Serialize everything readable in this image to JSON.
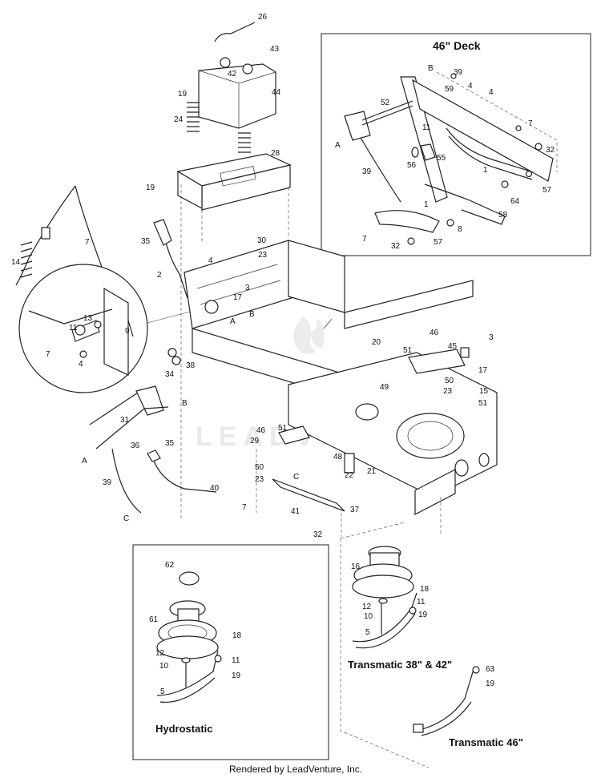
{
  "panels": {
    "deck46": {
      "title": "46\" Deck"
    },
    "hydrostatic": {
      "title": "Hydrostatic"
    },
    "transmatic_38_42": {
      "title": "Transmatic 38\" & 42\""
    },
    "transmatic_46": {
      "title": "Transmatic 46\""
    }
  },
  "footer": {
    "credit": "Rendered by LeadVenture, Inc."
  },
  "watermark": {
    "text": "LEADVENTURE"
  },
  "callouts": {
    "main": [
      "26",
      "43",
      "42",
      "44",
      "19",
      "24",
      "28",
      "19",
      "7",
      "14",
      "35",
      "30",
      "23",
      "4",
      "2",
      "3",
      "17",
      "A",
      "B",
      "13",
      "11",
      "9",
      "7",
      "4",
      "34",
      "38",
      "46",
      "45",
      "3",
      "20",
      "51",
      "17",
      "49",
      "50",
      "23",
      "15",
      "51",
      "B",
      "31",
      "46",
      "51",
      "35",
      "36",
      "A",
      "29",
      "48",
      "50",
      "22",
      "21",
      "23",
      "C",
      "39",
      "40",
      "7",
      "41",
      "37",
      "32",
      "C"
    ],
    "deck46": [
      "B",
      "39",
      "59",
      "4",
      "4",
      "52",
      "11",
      "7",
      "A",
      "56",
      "55",
      "32",
      "39",
      "1",
      "57",
      "64",
      "1",
      "58",
      "7",
      "8",
      "32",
      "57"
    ],
    "hydrostatic": [
      "62",
      "61",
      "18",
      "12",
      "11",
      "10",
      "19",
      "5"
    ],
    "transmatic_38_42": [
      "16",
      "18",
      "12",
      "11",
      "10",
      "19",
      "5"
    ],
    "transmatic_46": [
      "63",
      "19"
    ]
  }
}
